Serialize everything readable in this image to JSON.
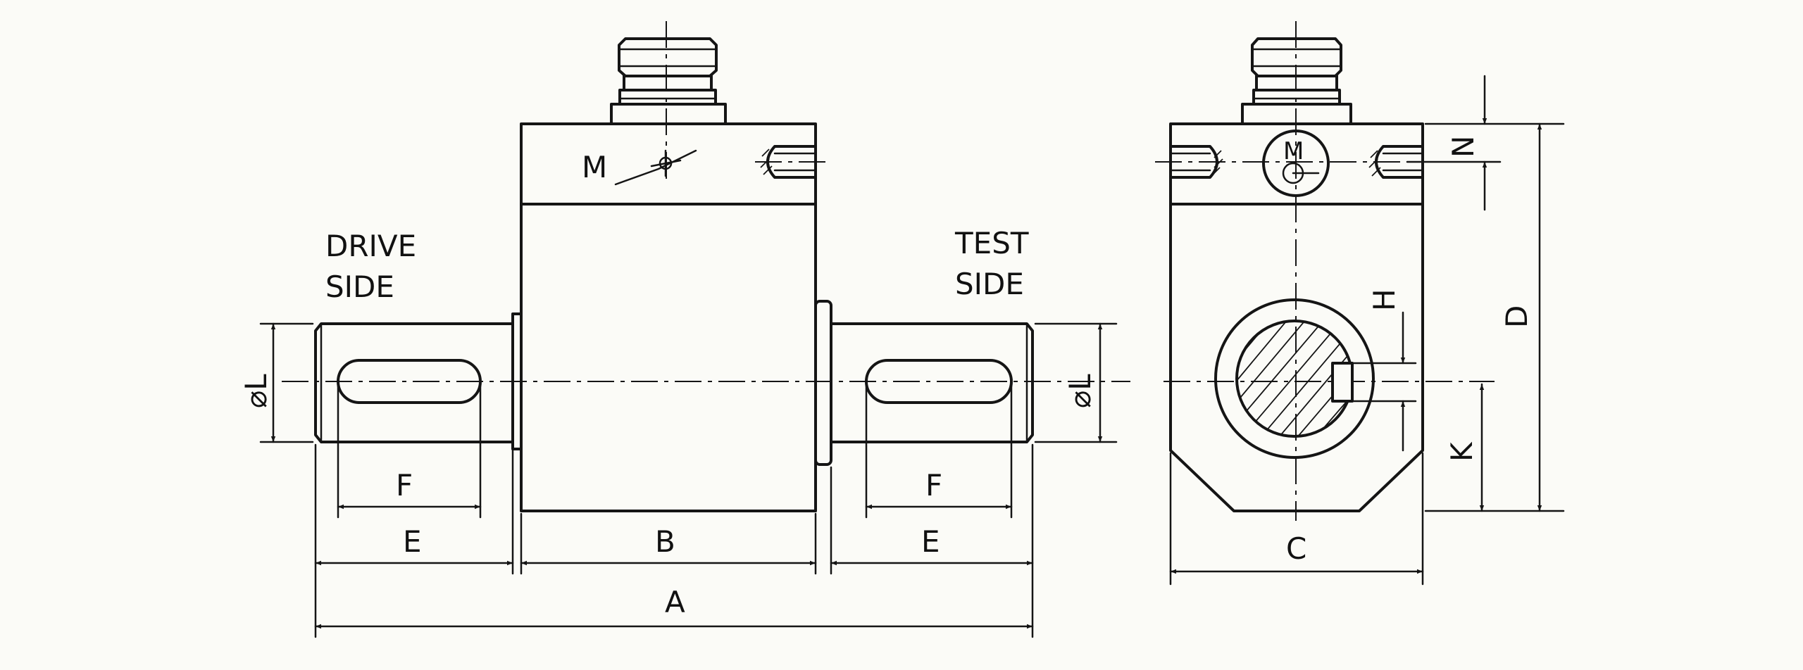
{
  "labels": {
    "drive_side_line1": "DRIVE",
    "drive_side_line2": "SIDE",
    "test_side_line1": "TEST",
    "test_side_line2": "SIDE",
    "mark_m": "M",
    "mark_m_end": "M",
    "dim_a": "A",
    "dim_b": "B",
    "dim_c": "C",
    "dim_d": "D",
    "dim_e_left": "E",
    "dim_e_right": "E",
    "dim_f_left": "F",
    "dim_f_right": "F",
    "dim_h": "H",
    "dim_k": "K",
    "dim_n": "N",
    "dim_l_left": "⌀L",
    "dim_l_right": "⌀L"
  },
  "colors": {
    "line": "#151515",
    "paper": "#fbfbf7"
  }
}
